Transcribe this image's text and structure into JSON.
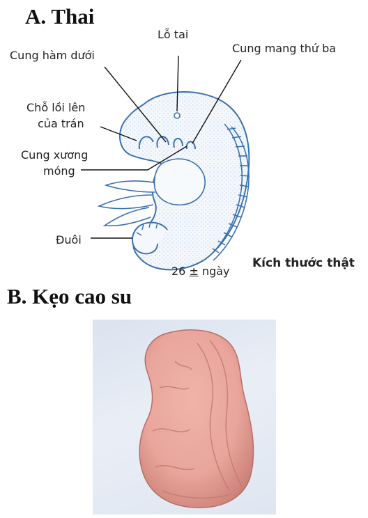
{
  "section_a": {
    "title": "A. Thai",
    "labels": {
      "ear_pit": "Lỗ tai",
      "mandibular_arch": "Cung hàm dưới",
      "third_arch": "Cung mang thứ ba",
      "forehead_bulge_line1": "Chỗ lồi lên",
      "forehead_bulge_line2": "của trán",
      "hyoid_arch_line1": "Cung xương",
      "hyoid_arch_line2": "móng",
      "tail": "Đuôi",
      "actual_size": "Kích thước thật",
      "age": "26",
      "age_pm": "±",
      "age_unit": "ngày"
    },
    "colors": {
      "embryo_outline": "#3a6fb0",
      "embryo_stipple": "#4f86c6",
      "embryo_fill": "#f4f8fd"
    }
  },
  "section_b": {
    "title": "B. Kẹo cao su",
    "colors": {
      "gum_base": "#e8a59b",
      "gum_shadow": "#c97d74",
      "background": "#e3e9f2"
    }
  }
}
